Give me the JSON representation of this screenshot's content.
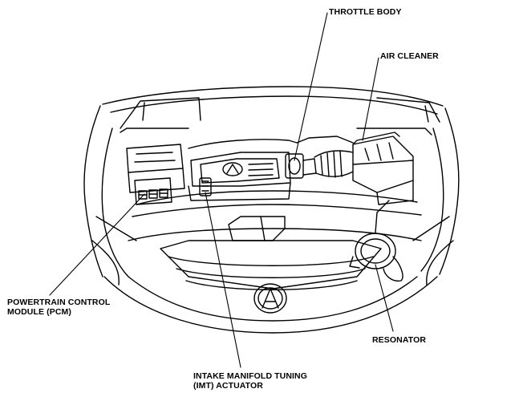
{
  "diagram": {
    "labels": {
      "throttle_body": "THROTTLE BODY",
      "air_cleaner": "AIR CLEANER",
      "pcm_line1": "POWERTRAIN CONTROL",
      "pcm_line2": "MODULE (PCM)",
      "resonator": "RESONATOR",
      "imt_line1": "INTAKE MANIFOLD TUNING",
      "imt_line2": "(IMT) ACTUATOR"
    },
    "colors": {
      "ink": "#000000",
      "background": "#ffffff"
    }
  }
}
